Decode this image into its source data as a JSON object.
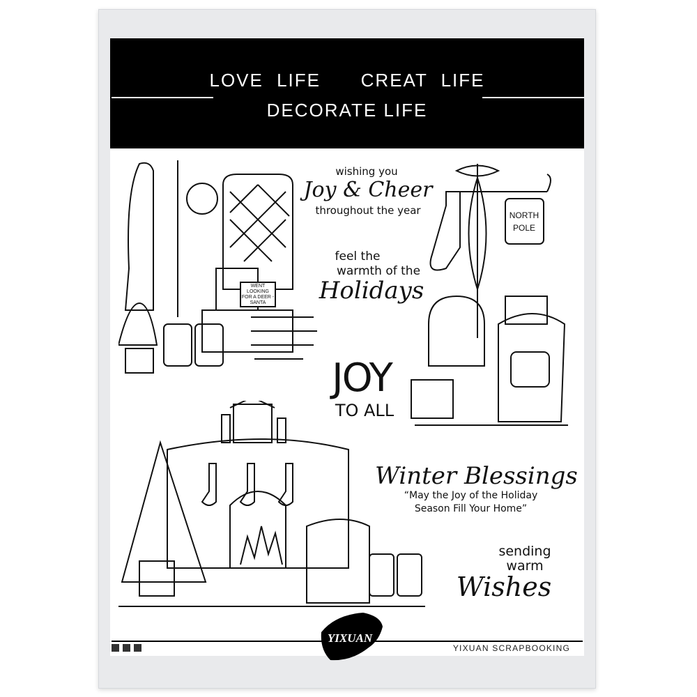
{
  "header": {
    "line1": "LOVE LIFE   CREAT LIFE",
    "line2": "DECORATE LIFE"
  },
  "sentiments": {
    "joy_cheer": {
      "top": "wishing you",
      "main": "Joy & Cheer",
      "bottom": "throughout the year"
    },
    "holidays": {
      "line1": "feel the",
      "line2": "warmth of the",
      "main": "Holidays"
    },
    "joy_to_all": {
      "main": "JOY",
      "sub": "TO ALL"
    },
    "winter_blessings": {
      "main": "Winter Blessings",
      "quote1": "“May the Joy of the Holiday",
      "quote2": "Season Fill Your Home”"
    },
    "warm_wishes": {
      "line1": "sending",
      "line2": "warm",
      "main": "Wishes"
    }
  },
  "illustrations": {
    "chair_sign": "WENT LOOKING FOR A DEER - SANTA",
    "north_pole_sign": {
      "line1": "NORTH",
      "line2": "POLE"
    }
  },
  "footer": {
    "brand": "YIXUAN SCRAPBOOKING",
    "logo_text": "YIXUAN"
  }
}
